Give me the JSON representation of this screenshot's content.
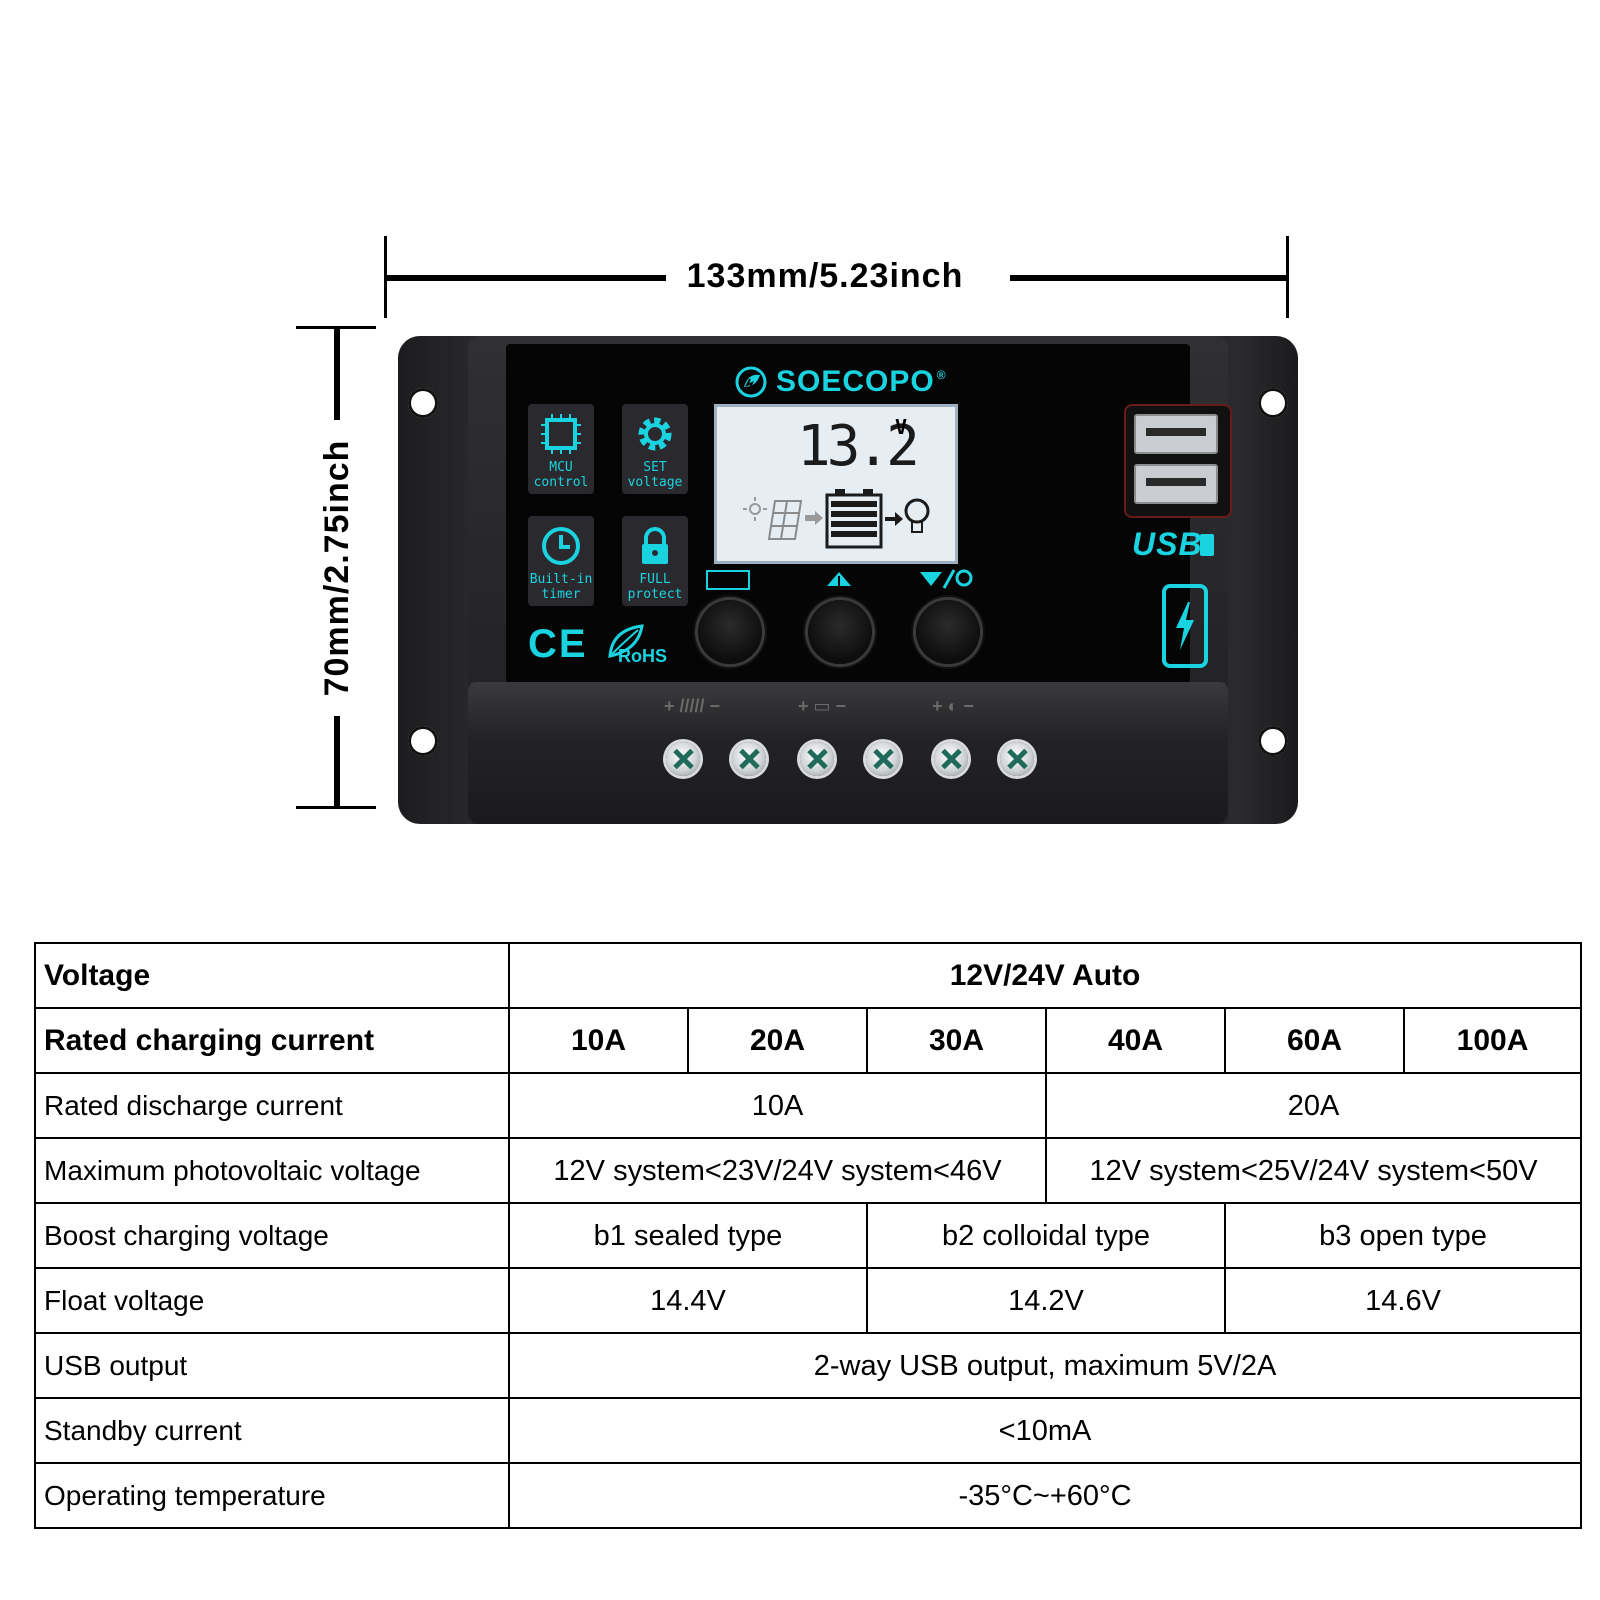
{
  "dimensions": {
    "width_label": "133mm/5.23inch",
    "height_label": "70mm/2.75inch"
  },
  "device": {
    "brand": "SOECOPO",
    "brand_mark": "®",
    "features": [
      {
        "line1": "MCU",
        "line2": "control",
        "icon": "chip-icon"
      },
      {
        "line1": "SET",
        "line2": "voltage",
        "icon": "gear-icon"
      },
      {
        "line1": "Built-in",
        "line2": "timer",
        "icon": "clock-icon"
      },
      {
        "line1": "FULL",
        "line2": "protect",
        "icon": "lock-icon"
      }
    ],
    "lcd": {
      "value": "13.2",
      "unit": "V"
    },
    "usb_label": "USB",
    "certifications": {
      "ce": "CE",
      "rohs": "RoHS"
    },
    "terminal_labels": [
      "+ ///// −",
      "+ ▭ −",
      "+ ◐ −"
    ],
    "accent_color": "#1ad3e0"
  },
  "table": {
    "rows": [
      {
        "label": "Voltage",
        "cells": [
          {
            "text": "12V/24V Auto",
            "span": 6
          }
        ]
      },
      {
        "label": "Rated charging current",
        "cells": [
          {
            "text": "10A",
            "span": 1
          },
          {
            "text": "20A",
            "span": 1
          },
          {
            "text": "30A",
            "span": 1
          },
          {
            "text": "40A",
            "span": 1
          },
          {
            "text": "60A",
            "span": 1
          },
          {
            "text": "100A",
            "span": 1
          }
        ]
      },
      {
        "label": "Rated discharge current",
        "cells": [
          {
            "text": "10A",
            "span": 3
          },
          {
            "text": "20A",
            "span": 3
          }
        ]
      },
      {
        "label": "Maximum photovoltaic voltage",
        "cells": [
          {
            "text": "12V system<23V/24V system<46V",
            "span": 3
          },
          {
            "text": "12V system<25V/24V system<50V",
            "span": 3
          }
        ]
      },
      {
        "label": "Boost charging voltage",
        "cells": [
          {
            "text": "b1 sealed type",
            "span": 2
          },
          {
            "text": "b2 colloidal type",
            "span": 2
          },
          {
            "text": "b3 open type",
            "span": 2
          }
        ]
      },
      {
        "label": "Float voltage",
        "cells": [
          {
            "text": "14.4V",
            "span": 2
          },
          {
            "text": "14.2V",
            "span": 2
          },
          {
            "text": "14.6V",
            "span": 2
          }
        ]
      },
      {
        "label": "USB output",
        "cells": [
          {
            "text": "2-way USB output, maximum 5V/2A",
            "span": 6
          }
        ]
      },
      {
        "label": "Standby current",
        "cells": [
          {
            "text": "<10mA",
            "span": 6
          }
        ]
      },
      {
        "label": "Operating temperature",
        "cells": [
          {
            "text": "-35°C~+60°C",
            "span": 6
          }
        ]
      }
    ]
  }
}
